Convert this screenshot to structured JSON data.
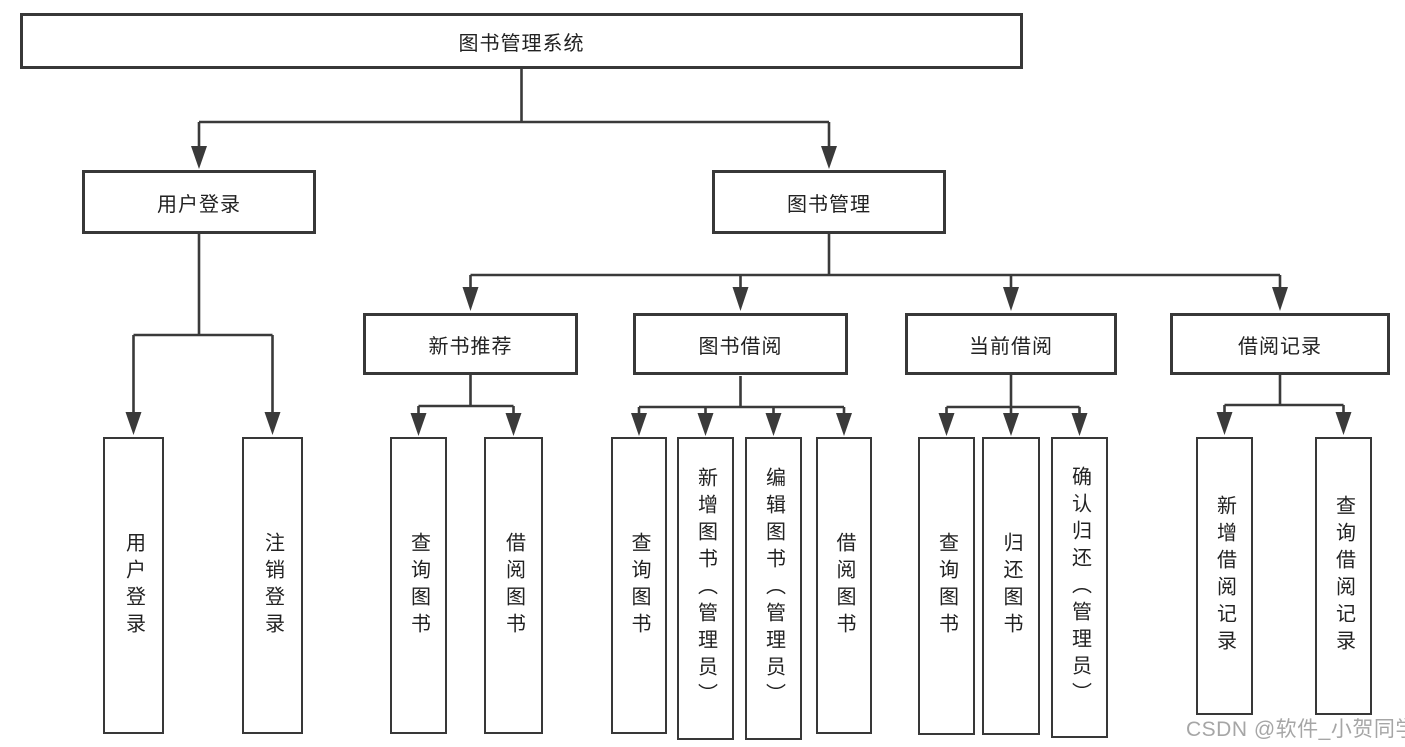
{
  "diagram": {
    "root": {
      "label": "图书管理系统"
    },
    "level1": [
      {
        "label": "用户登录"
      },
      {
        "label": "图书管理"
      }
    ],
    "level2": [
      {
        "label": "新书推荐"
      },
      {
        "label": "图书借阅"
      },
      {
        "label": "当前借阅"
      },
      {
        "label": "借阅记录"
      }
    ],
    "leaves": {
      "user_login": [
        "用户登录",
        "注销登录"
      ],
      "new_book": [
        "查询图书",
        "借阅图书"
      ],
      "book_borrow": [
        "查询图书",
        "新增图书（管理员）",
        "编辑图书（管理员）",
        "借阅图书"
      ],
      "current_borrow": [
        "查询图书",
        "归还图书",
        "确认归还（管理员）"
      ],
      "borrow_record": [
        "新增借阅记录",
        "查询借阅记录"
      ]
    },
    "watermark": "CSDN @软件_小贺同学",
    "colors": {
      "line": "#3a3a3a",
      "text": "#222222",
      "background": "#ffffff",
      "watermark": "#969696"
    }
  }
}
